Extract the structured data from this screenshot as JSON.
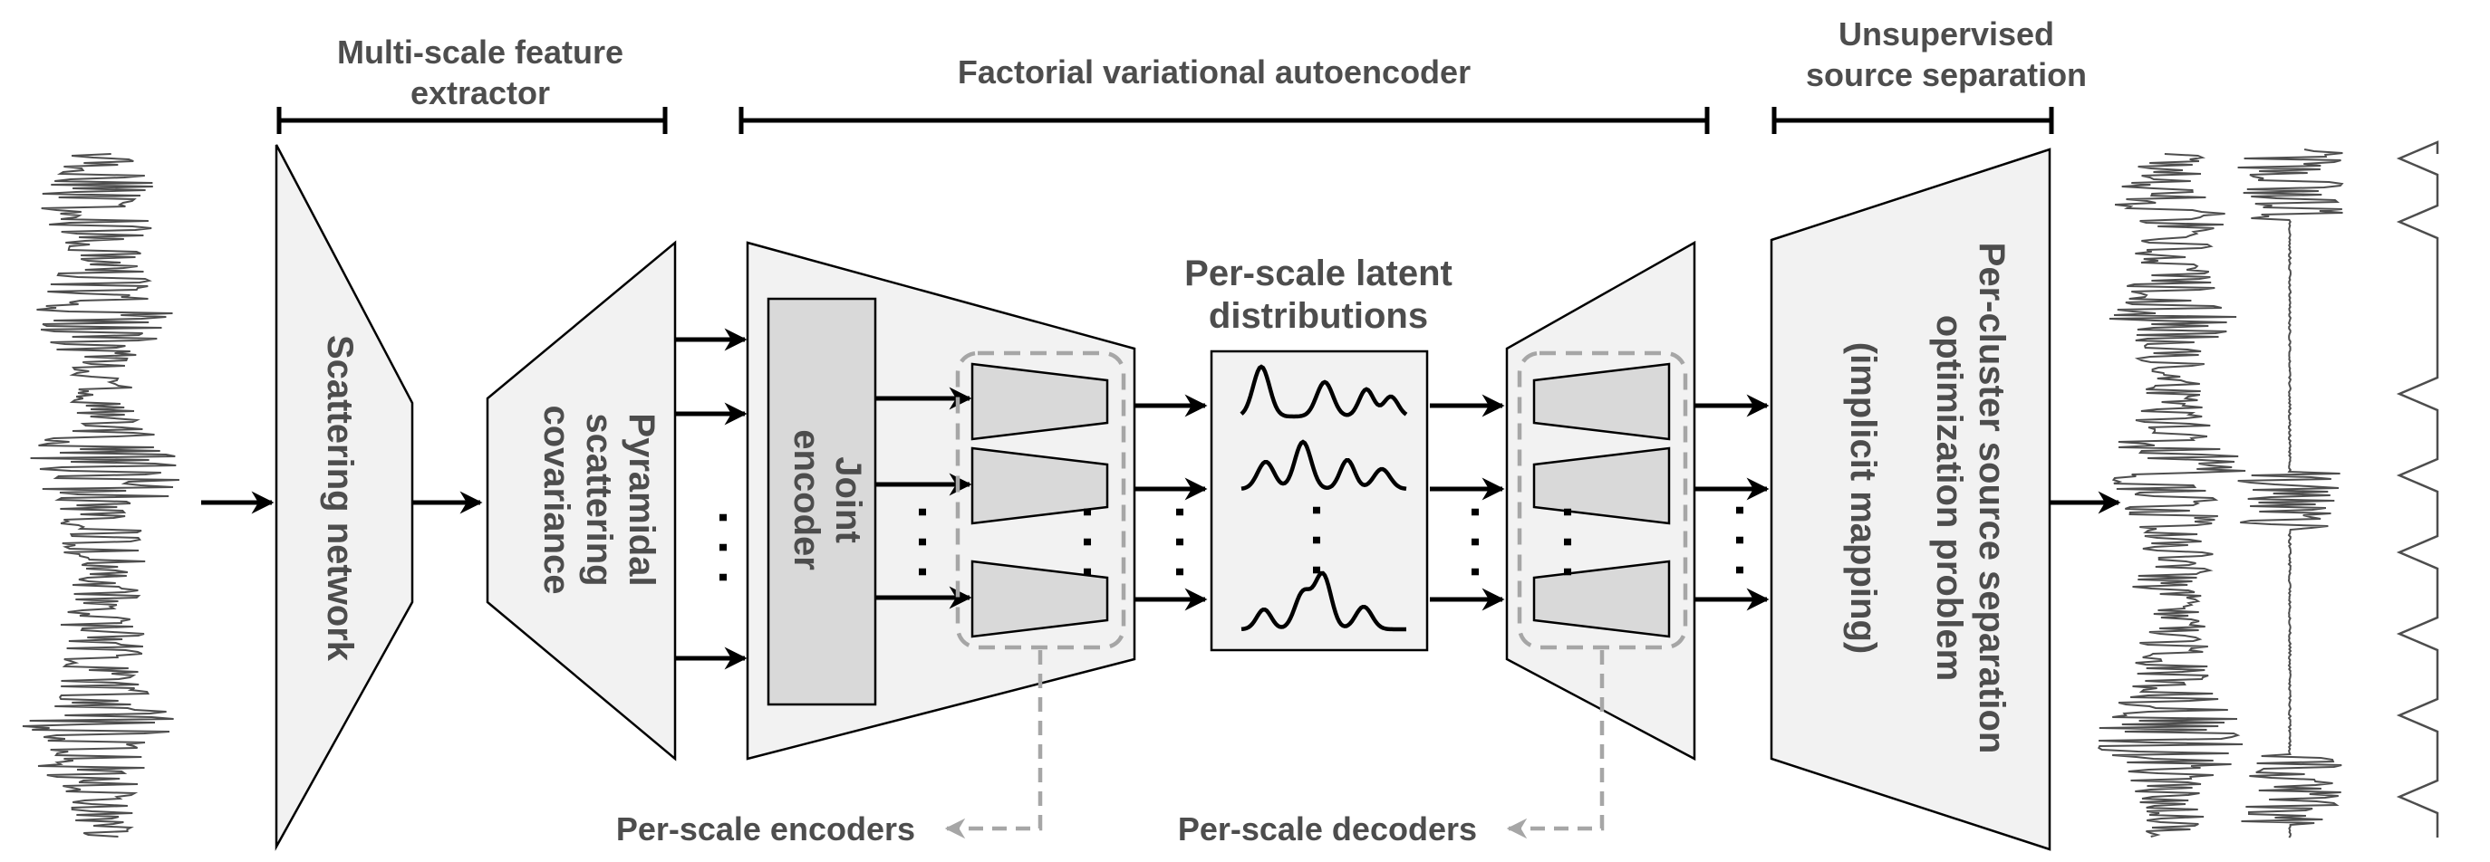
{
  "headers": {
    "feature_extractor": [
      "Multi-scale feature",
      "extractor"
    ],
    "fvae": "Factorial variational autoencoder",
    "separation": [
      "Unsupervised",
      "source separation"
    ]
  },
  "blocks": {
    "scattering_network": "Scattering network",
    "pyramidal": [
      "Pyramidal",
      "scattering",
      "covariance"
    ],
    "joint_encoder": [
      "Joint",
      "encoder"
    ],
    "latent": [
      "Per-scale latent",
      "distributions"
    ],
    "optimization": [
      "Per-cluster source separation",
      "optimization problem",
      "(implicit mapping)"
    ]
  },
  "annotations": {
    "encoders": "Per-scale encoders",
    "decoders": "Per-scale decoders"
  },
  "ellipsis": "· · ·",
  "colors": {
    "block_fill": "#f2f2f2",
    "inner_fill": "#d9d9d9",
    "text": "#4d4d4d",
    "dashed": "#a6a6a6",
    "waveform": "#4d4d4d"
  }
}
